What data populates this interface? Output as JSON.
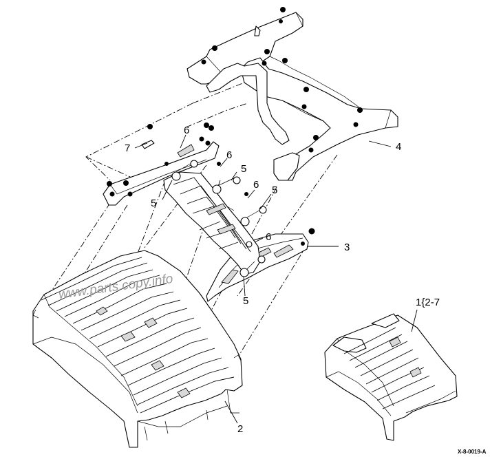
{
  "callouts": {
    "c1": "1{2-7",
    "c2": "2",
    "c3": "3",
    "c4": "4",
    "c5a": "5",
    "c5b": "5",
    "c5c": "5",
    "c5d": "5",
    "c6a": "6",
    "c6b": "6",
    "c6c": "6",
    "c6d": "6",
    "c7": "7"
  },
  "watermark": "www.parts.copy.info",
  "figure_ref": "X-8-0019-A"
}
